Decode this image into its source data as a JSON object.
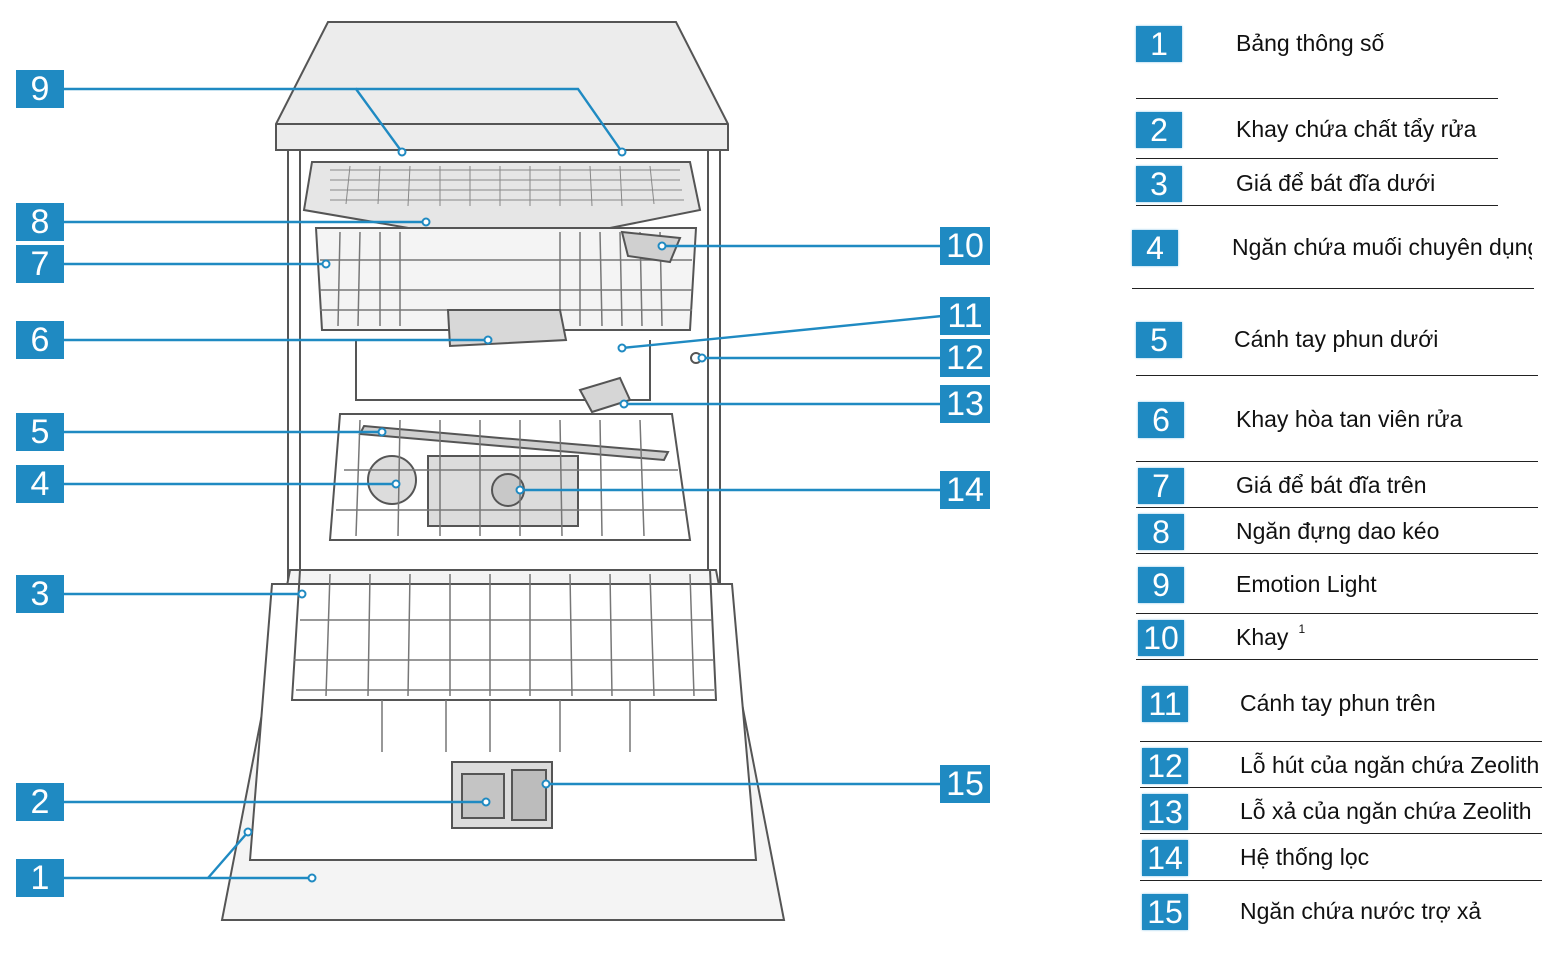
{
  "colors": {
    "badge": "#1f8ac2",
    "leader": "#1f8ac2",
    "outline": "#555555",
    "panel": "#e8e8e8"
  },
  "diagram": {
    "callouts": [
      "1",
      "2",
      "3",
      "4",
      "5",
      "6",
      "7",
      "8",
      "9",
      "10",
      "11",
      "12",
      "13",
      "14",
      "15"
    ]
  },
  "legend": [
    {
      "num": "1",
      "label": "Bảng thông số"
    },
    {
      "num": "2",
      "label": "Khay chứa chất tẩy rửa"
    },
    {
      "num": "3",
      "label": "Giá để bát đĩa dưới"
    },
    {
      "num": "4",
      "label": "Ngăn chứa muối chuyên dụng"
    },
    {
      "num": "5",
      "label": "Cánh tay phun dưới"
    },
    {
      "num": "6",
      "label": "Khay hòa tan viên rửa"
    },
    {
      "num": "7",
      "label": "Giá để bát đĩa trên"
    },
    {
      "num": "8",
      "label": "Ngăn đựng dao kéo"
    },
    {
      "num": "9",
      "label": "Emotion Light"
    },
    {
      "num": "10",
      "label": "Khay",
      "footnote": "1"
    },
    {
      "num": "11",
      "label": "Cánh tay phun trên"
    },
    {
      "num": "12",
      "label": "Lỗ hút của ngăn chứa Zeolith"
    },
    {
      "num": "13",
      "label": "Lỗ xả của ngăn chứa Zeolith"
    },
    {
      "num": "14",
      "label": "Hệ thống lọc"
    },
    {
      "num": "15",
      "label": "Ngăn chứa nước trợ xả"
    }
  ]
}
